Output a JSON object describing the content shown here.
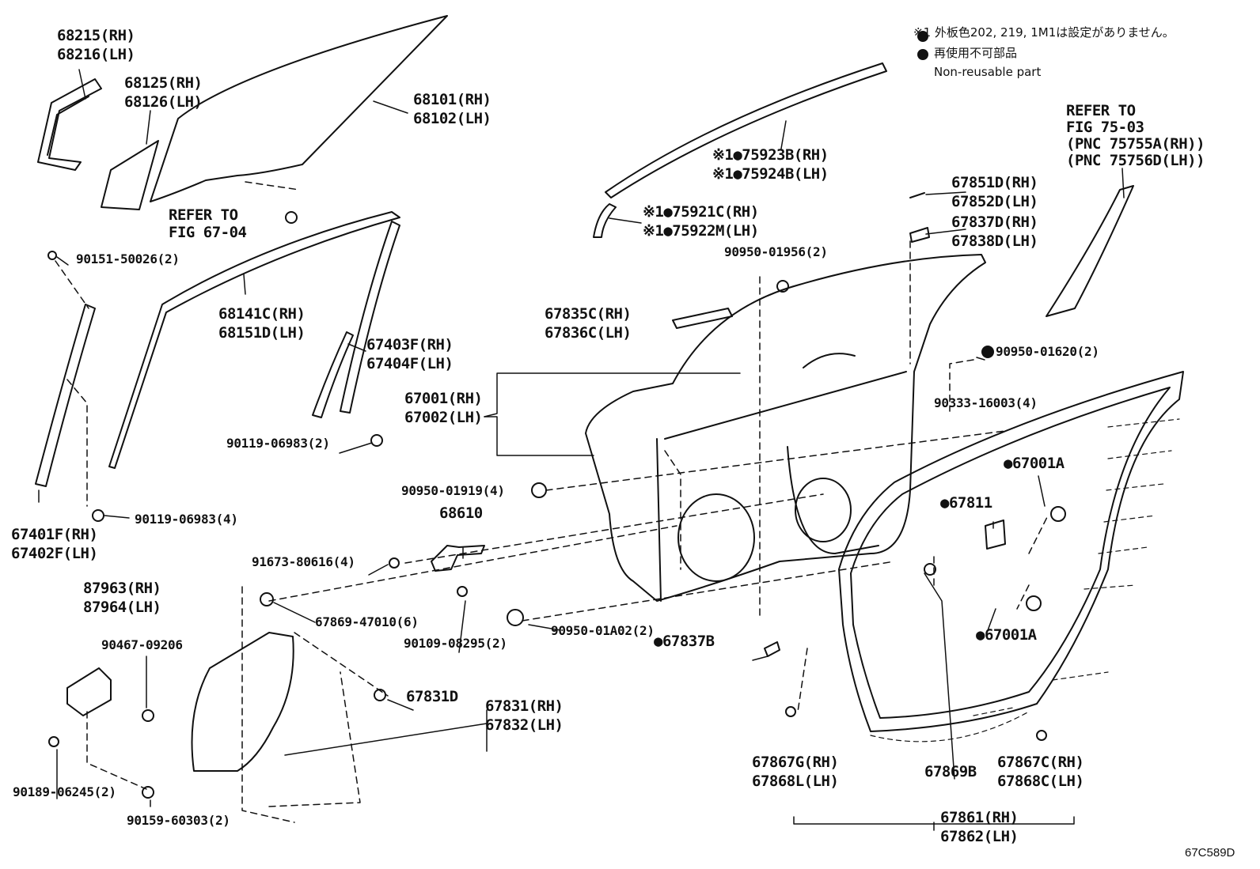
{
  "figure_id": "67C589D",
  "notes": {
    "paint": "※1 外板色202, 219, 1M1は設定がありません。",
    "nonreusable_ja": "再使用不可部品",
    "nonreusable_en": "Non-reusable part"
  },
  "parts": {
    "p68215": "68215(RH)",
    "p68216": "68216(LH)",
    "p68125": "68125(RH)",
    "p68126": "68126(LH)",
    "p68101": "68101(RH)",
    "p68102": "68102(LH)",
    "refer1_a": "REFER TO",
    "refer1_b": "FIG 67-04",
    "p75923": "※1●75923B(RH)",
    "p75924": "※1●75924B(LH)",
    "p75921": "※1●75921C(RH)",
    "p75922": "※1●75922M(LH)",
    "p67851": "67851D(RH)",
    "p67852": "67852D(LH)",
    "p67837": "67837D(RH)",
    "p67838": "67838D(LH)",
    "refer2_a": "REFER TO",
    "refer2_b": "FIG 75-03",
    "refer2_c": "(PNC 75755A(RH))",
    "refer2_d": "(PNC 75756D(LH))",
    "p90151": "90151-50026(2)",
    "p90950_01956": "90950-01956(2)",
    "p68141": "68141C(RH)",
    "p68151": "68151D(LH)",
    "p67835": "67835C(RH)",
    "p67836": "67836C(LH)",
    "p67403": "67403F(RH)",
    "p67404": "67404F(LH)",
    "p90950_01620": "90950-01620(2)",
    "p67001": "67001(RH)",
    "p67002": "67002(LH)",
    "p90333": "90333-16003(4)",
    "p90119_a": "90119-06983(2)",
    "p67001a_1": "●67001A",
    "p90950_01919": "90950-01919(4)",
    "p67811": "●67811",
    "p90119_b": "90119-06983(4)",
    "p68610": "68610",
    "p67401": "67401F(RH)",
    "p67402": "67402F(LH)",
    "p91673": "91673-80616(4)",
    "p87963": "87963(RH)",
    "p87964": "87964(LH)",
    "p67869_47010": "67869-47010(6)",
    "p90950_01a02": "90950-01A02(2)",
    "p67837b": "●67837B",
    "p67001a_2": "●67001A",
    "p90467": "90467-09206",
    "p90109": "90109-08295(2)",
    "p67831d": "67831D",
    "p67831": "67831(RH)",
    "p67832": "67832(LH)",
    "p67867g": "67867G(RH)",
    "p67868l": "67868L(LH)",
    "p67869b": "67869B",
    "p67867c": "67867C(RH)",
    "p67868c": "67868C(LH)",
    "p90189": "90189-06245(2)",
    "p90159": "90159-60303(2)",
    "p67861": "67861(RH)",
    "p67862": "67862(LH)"
  }
}
